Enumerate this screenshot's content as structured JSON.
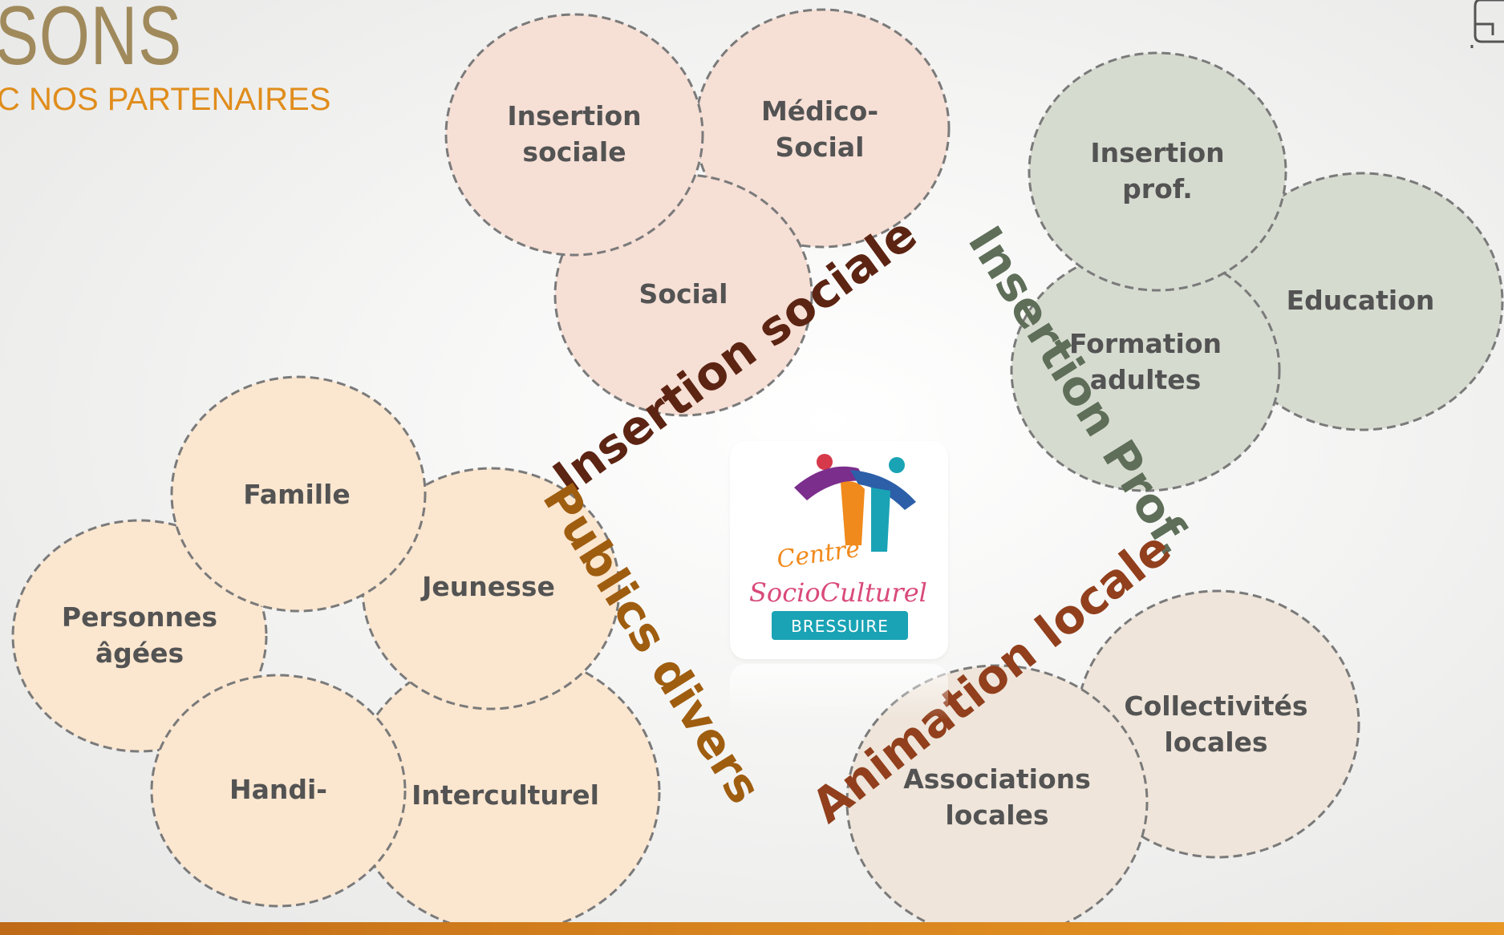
{
  "header": {
    "title_fragment": "SONS",
    "subtitle_fragment": "C NOS PARTENAIRES"
  },
  "groups": {
    "insertion_sociale": {
      "label": "Insertion sociale",
      "color": "#5c2412",
      "fill": "#f6dfd5",
      "circles": [
        "Insertion sociale",
        "Médico- Social",
        "Social"
      ]
    },
    "insertion_prof": {
      "label": "Insertion Prof.",
      "color": "#5e6e58",
      "fill": "#d6dbd0",
      "circles": [
        "Insertion prof.",
        "Formation adultes",
        "Education"
      ]
    },
    "publics_divers": {
      "label": "Publics divers",
      "color": "#9f5d0f",
      "fill": "#fbe6cf",
      "circles": [
        "Famille",
        "Jeunesse",
        "Personnes âgées",
        "Handi-",
        "Interculturel"
      ]
    },
    "animation_locale": {
      "label": "Animation locale",
      "color": "#913f1c",
      "fill": "#efe5da",
      "circles": [
        "Associations locales",
        "Collectivités locales"
      ]
    }
  },
  "circle_labels": {
    "insertion_sociale_l1": "Insertion",
    "insertion_sociale_l2": "sociale",
    "medico_l1": "Médico-",
    "medico_l2": "Social",
    "social": "Social",
    "insertion_prof_l1": "Insertion",
    "insertion_prof_l2": "prof.",
    "formation_l1": "Formation",
    "formation_l2": "adultes",
    "education": "Education",
    "famille": "Famille",
    "jeunesse": "Jeunesse",
    "personnes_l1": "Personnes",
    "personnes_l2": "âgées",
    "handi": "Handi-",
    "interculturel": "Interculturel",
    "associations_l1": "Associations",
    "associations_l2": "locales",
    "collectivites_l1": "Collectivités",
    "collectivites_l2": "locales"
  },
  "logo": {
    "line1": "Centre",
    "line2": "SocioCulturel",
    "badge": "BRESSUIRE",
    "colors": {
      "purple": "#7b2e8c",
      "orange": "#f08a1c",
      "teal": "#1aa3b5",
      "blue": "#2c5fa8",
      "red": "#d6394a",
      "pink": "#d94a7a"
    }
  },
  "theme": {
    "circle_stroke": "#7a7a7a",
    "bottom_bar": "#d8841f",
    "subtitle_color": "#e08d1c",
    "title_color": "#a08a5c"
  }
}
